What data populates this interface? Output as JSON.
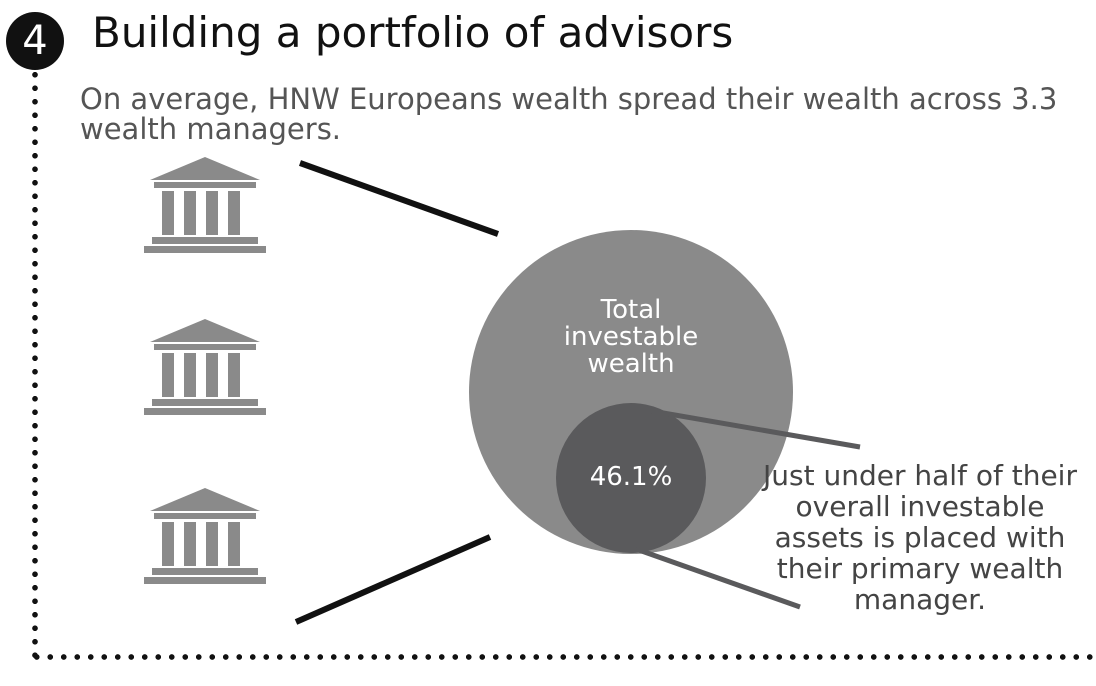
{
  "header": {
    "number": "4",
    "title": "Building a portfolio of advisors"
  },
  "subtitle": "On average, HNW Europeans wealth spread their wealth across 3.3 wealth managers.",
  "icons": [
    "bank-icon",
    "bank-icon",
    "bank-icon"
  ],
  "diagram": {
    "outer_label_lines": [
      "Total",
      "investable",
      "wealth"
    ],
    "inner_value": "46.1%",
    "inner_share": 0.461
  },
  "caption": "Just under half of their overall investable assets is placed with their primary wealth manager.",
  "colors": {
    "outer_circle": "#8a8a8a",
    "inner_circle": "#5a5a5c",
    "icon": "#8a8a8a",
    "dots": "#111111"
  }
}
